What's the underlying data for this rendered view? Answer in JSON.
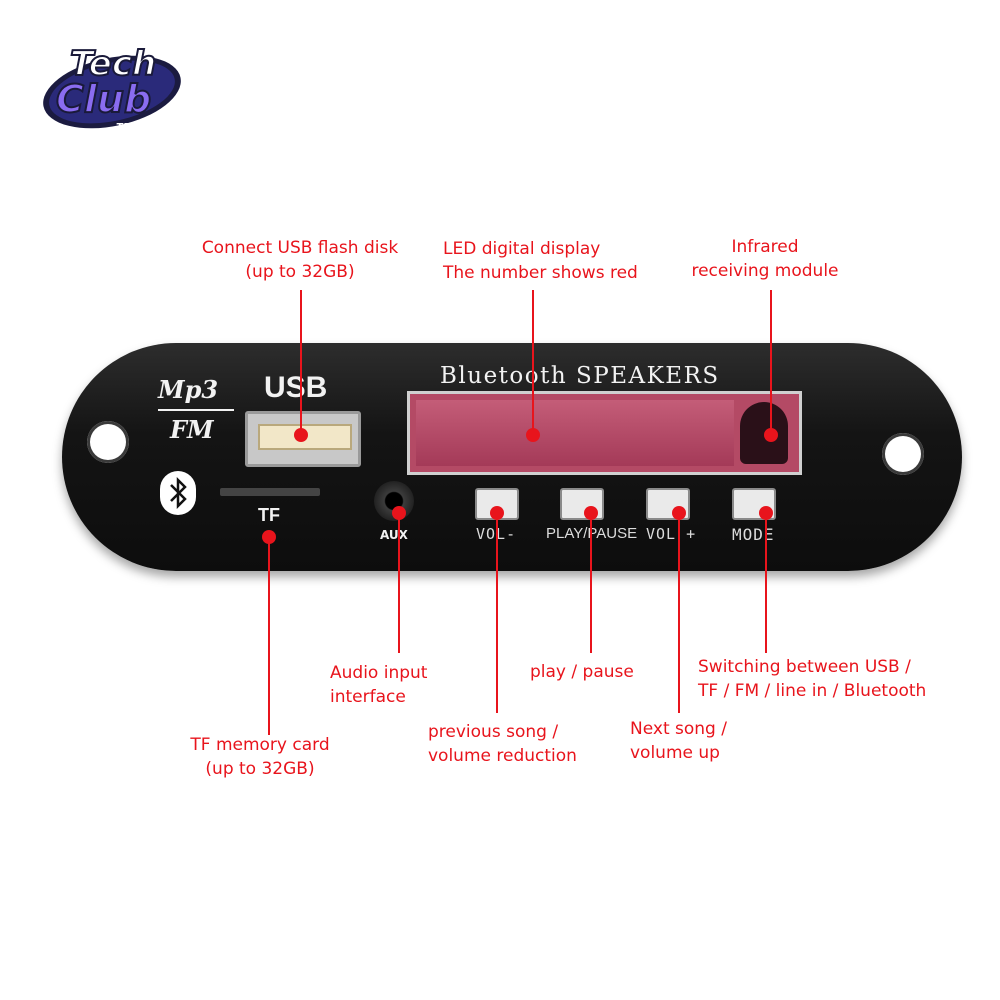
{
  "brand": {
    "logo_text_1": "Tech",
    "logo_text_2": "Club",
    "logo_text_3": "TECH CLUB"
  },
  "panel": {
    "mp3_label": "Mp3",
    "fm_label": "FM",
    "usb_label": "USB",
    "tf_label": "TF",
    "aux_label": "AUX",
    "title": "Bluetooth SPEAKERS",
    "buttons": [
      {
        "label": "VOL-"
      },
      {
        "label": "PLAY/PAUSE"
      },
      {
        "label": "VOL +"
      },
      {
        "label": "MODE"
      }
    ]
  },
  "annotations": {
    "usb": [
      "Connect USB flash disk",
      "(up to 32GB)"
    ],
    "led": [
      "LED digital display",
      "The number shows red"
    ],
    "ir": [
      "Infrared",
      "receiving module"
    ],
    "tf": [
      "TF memory card",
      "(up to 32GB)"
    ],
    "aux": [
      "Audio input",
      "interface"
    ],
    "prev": [
      "previous song /",
      "volume reduction"
    ],
    "play": [
      "play / pause"
    ],
    "next": [
      "Next song /",
      "volume up"
    ],
    "mode": [
      "Switching between USB /",
      "TF / FM / line in / Bluetooth"
    ]
  },
  "colors": {
    "annotation": "#e8141c",
    "panel": "#111111",
    "display": "#c2566f"
  }
}
